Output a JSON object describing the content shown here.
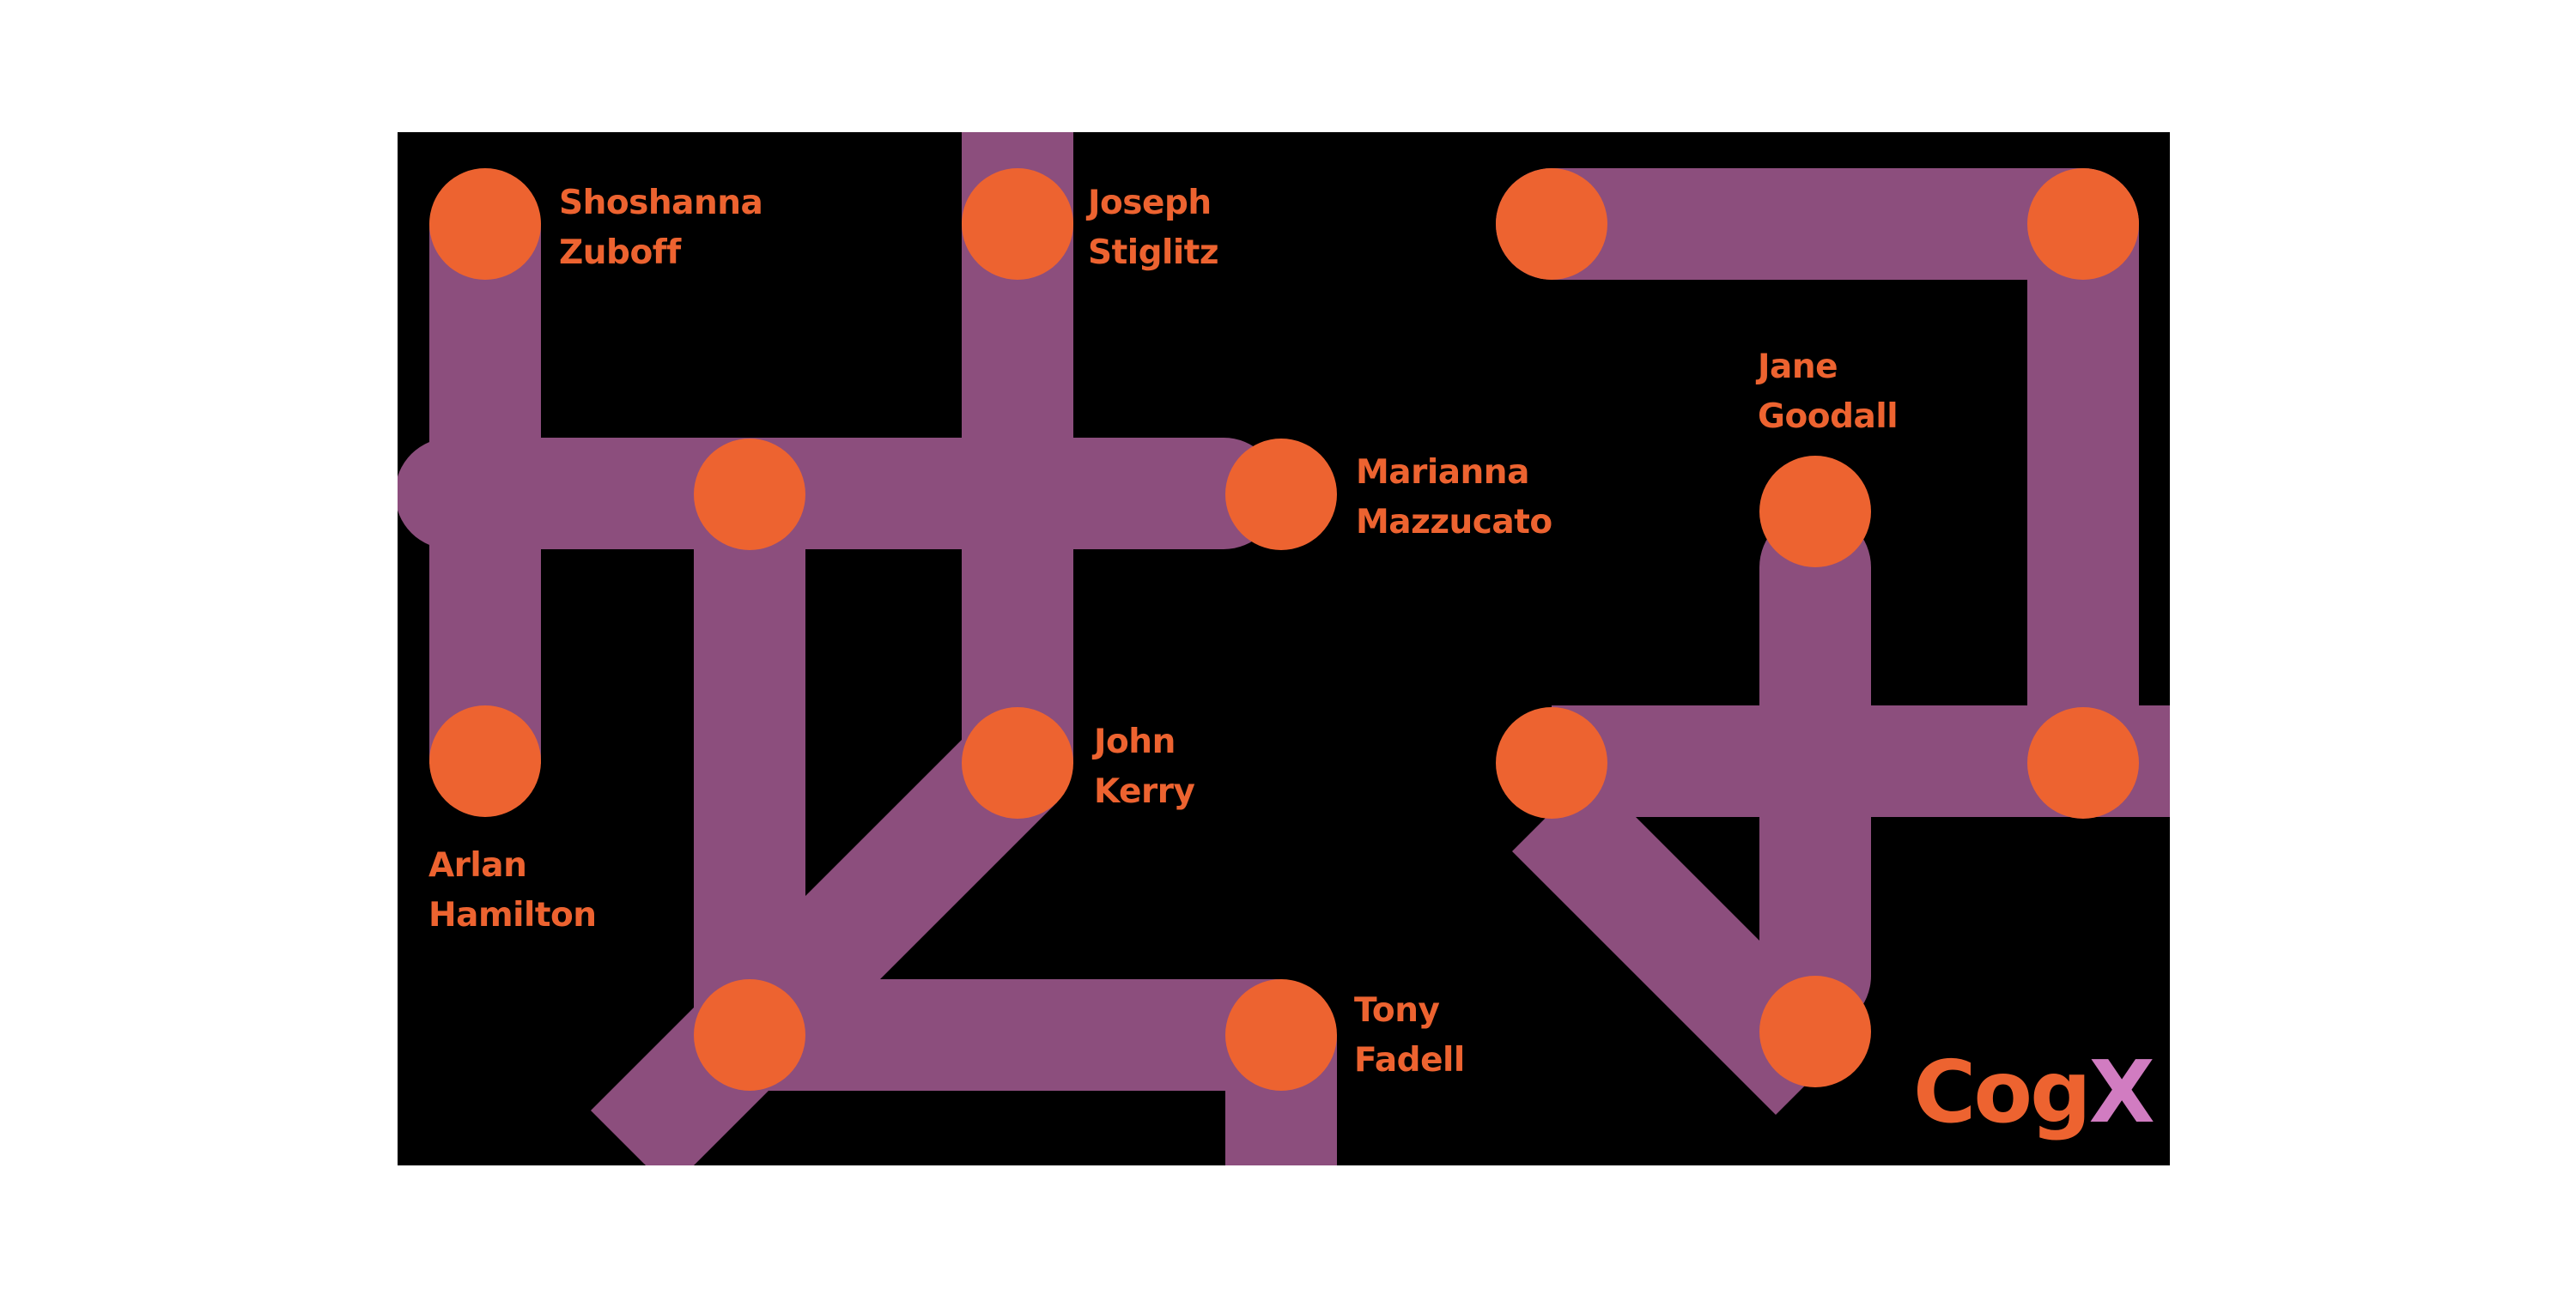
{
  "colors": {
    "background": "#000000",
    "page": "#ffffff",
    "line": "#c86fb2",
    "node": "#ed6330",
    "label": "#ed6330",
    "logo_primary": "#ed6330",
    "logo_accent": "#d17cc1"
  },
  "speakers": [
    {
      "id": "zuboff",
      "first": "Shoshanna",
      "last": "Zuboff"
    },
    {
      "id": "stiglitz",
      "first": "Joseph",
      "last": "Stiglitz"
    },
    {
      "id": "mazzucato",
      "first": "Marianna",
      "last": "Mazzucato"
    },
    {
      "id": "goodall",
      "first": "Jane",
      "last": "Goodall"
    },
    {
      "id": "kerry",
      "first": "John",
      "last": "Kerry"
    },
    {
      "id": "hamilton",
      "first": "Arlan",
      "last": "Hamilton"
    },
    {
      "id": "fadell",
      "first": "Tony",
      "last": "Fadell"
    }
  ],
  "logo": {
    "main": "Cog",
    "accent": "X"
  }
}
